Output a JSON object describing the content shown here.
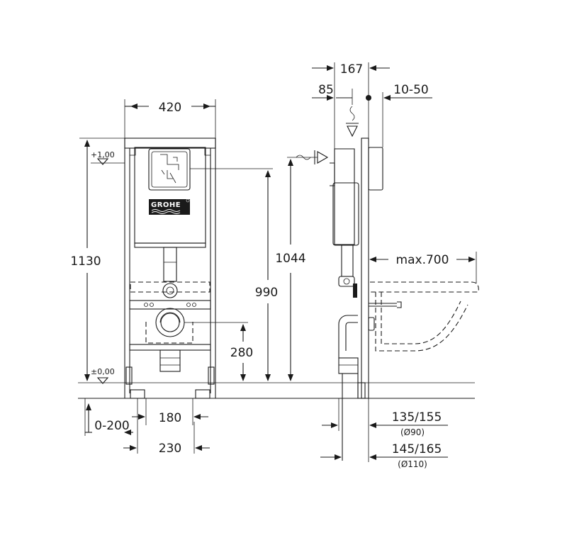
{
  "front_view": {
    "width_total": "420",
    "height_total": "1130",
    "level_top": "+1,00",
    "level_zero": "±0,00",
    "height_990": "990",
    "height_280": "280",
    "offset_range": "0-200",
    "width_180": "180",
    "width_230": "230",
    "logo": "GROHE"
  },
  "side_view": {
    "depth_167": "167",
    "depth_85": "85",
    "wall_10_50": "10-50",
    "height_1044": "1044",
    "max_700": "max.700",
    "pipe_90_dim": "135/155",
    "pipe_90_sub": "(Ø90)",
    "pipe_110_dim": "145/165",
    "pipe_110_sub": "(Ø110)"
  }
}
